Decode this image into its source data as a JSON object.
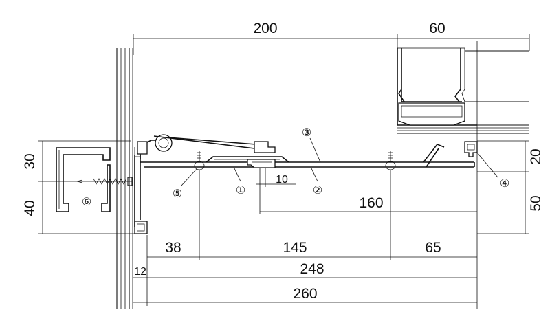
{
  "dimensions": {
    "top_width": "200",
    "top_right": "60",
    "left_upper": "30",
    "left_lower": "40",
    "right_upper": "20",
    "right_lower": "50",
    "gap": "10",
    "span_160": "160",
    "seg_38": "38",
    "seg_145": "145",
    "seg_65": "65",
    "offset_12": "12",
    "total_248": "248",
    "total_260": "260"
  },
  "callouts": {
    "c1": "①",
    "c2": "②",
    "c3": "③",
    "c4": "④",
    "c5": "⑤",
    "c6": "⑥"
  }
}
